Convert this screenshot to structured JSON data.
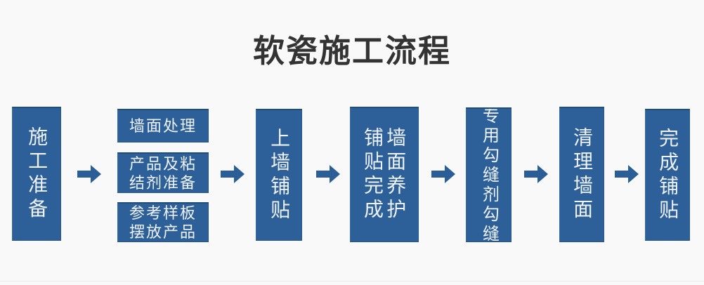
{
  "title": "软瓷施工流程",
  "colors": {
    "background": "#f9f9f9",
    "box_fill": "#2d5f99",
    "box_border_top": "#1f4e7a",
    "arrow": "#2b5d96",
    "title_text": "#333333",
    "box_text": "#eef2f7"
  },
  "flow": {
    "steps": [
      {
        "id": "step-1",
        "label": "施工准备",
        "orientation": "vertical",
        "columns": [
          "施工准备"
        ]
      },
      {
        "id": "step-2",
        "label": "墙面处理 / 产品及粘结剂准备 / 参考样板摆放产品",
        "orientation": "stack",
        "items": [
          {
            "id": "step-2a",
            "label": "墙面处理"
          },
          {
            "id": "step-2b",
            "label": "产品及粘\n结剂准备"
          },
          {
            "id": "step-2c",
            "label": "参考样板\n摆放产品"
          }
        ]
      },
      {
        "id": "step-3",
        "label": "上墙铺贴",
        "orientation": "vertical",
        "columns": [
          "上墙铺贴"
        ]
      },
      {
        "id": "step-4",
        "label": "铺贴完成 墙面养护",
        "orientation": "vertical-2col",
        "columns": [
          "墙面养护",
          "铺贴完成"
        ]
      },
      {
        "id": "step-5",
        "label": "专用勾缝剂勾缝",
        "orientation": "vertical",
        "columns": [
          "专用勾缝剂勾缝"
        ]
      },
      {
        "id": "step-6",
        "label": "清理墙面",
        "orientation": "vertical",
        "columns": [
          "清理墙面"
        ]
      },
      {
        "id": "step-7",
        "label": "完成铺贴",
        "orientation": "vertical",
        "columns": [
          "完成铺贴"
        ]
      }
    ],
    "arrows": [
      {
        "id": "arrow-1",
        "name": "arrow-step1-to-step2"
      },
      {
        "id": "arrow-2",
        "name": "arrow-step2-to-step3"
      },
      {
        "id": "arrow-3",
        "name": "arrow-step3-to-step4"
      },
      {
        "id": "arrow-4",
        "name": "arrow-step4-to-step5"
      },
      {
        "id": "arrow-5",
        "name": "arrow-step5-to-step6"
      },
      {
        "id": "arrow-6",
        "name": "arrow-step6-to-step7"
      }
    ]
  }
}
